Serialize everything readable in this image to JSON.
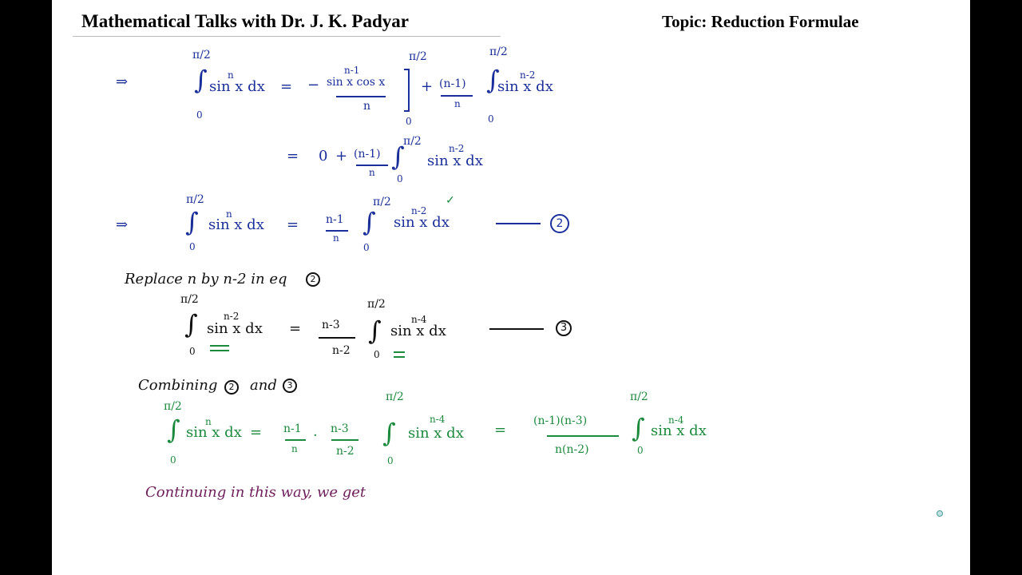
{
  "header": {
    "title": "Mathematical Talks with Dr. J. K. Padyar",
    "topic": "Topic: Reduction Formulae"
  },
  "glyphs": {
    "implies": "⇒",
    "integral": "∫",
    "equals": "=",
    "plus": "+",
    "minus": "−",
    "dot": "·",
    "check": "✓"
  },
  "limits": {
    "upper": "π/2",
    "lower": "0"
  },
  "line1": {
    "integrand": "sin x dx",
    "power": "n",
    "frac_num": "sin x cos x",
    "frac_num_power": "n-1",
    "frac_den": "n",
    "coef_num": "(n-1)",
    "coef_den": "n",
    "rhs_integrand": "sin x dx",
    "rhs_power": "n-2"
  },
  "line2": {
    "zero": "0",
    "coef_num": "(n-1)",
    "coef_den": "n",
    "integrand": "sin x dx",
    "power": "n-2"
  },
  "line3": {
    "integrand": "sin x dx",
    "power": "n",
    "coef_num": "n-1",
    "coef_den": "n",
    "rhs_integrand": "sin x dx",
    "rhs_power": "n-2",
    "eq_number": "2"
  },
  "replace_note": {
    "text": "Replace n by n-2 in eq",
    "eq_ref": "2"
  },
  "line4": {
    "integrand": "sin x dx",
    "power": "n-2",
    "coef_num": "n-3",
    "coef_den": "n-2",
    "rhs_integrand": "sin x dx",
    "rhs_power": "n-4",
    "eq_number": "3"
  },
  "combine_note": {
    "text": "Combining",
    "ref_a": "2",
    "and": "and",
    "ref_b": "3"
  },
  "line5": {
    "integrand": "sin x dx",
    "power": "n",
    "f1_num": "n-1",
    "f1_den": "n",
    "f2_num": "n-3",
    "f2_den": "n-2",
    "mid_integrand": "sin x dx",
    "mid_power": "n-4",
    "f3_num": "(n-1)(n-3)",
    "f3_den": "n(n-2)",
    "rhs_integrand": "sin x dx",
    "rhs_power": "n-4"
  },
  "closing": {
    "text": "Continuing in this way, we get"
  },
  "colors": {
    "blue_ink": "#1a2f9a",
    "green_ink": "#1b8a3c",
    "maroon_ink": "#6e1e5a"
  }
}
